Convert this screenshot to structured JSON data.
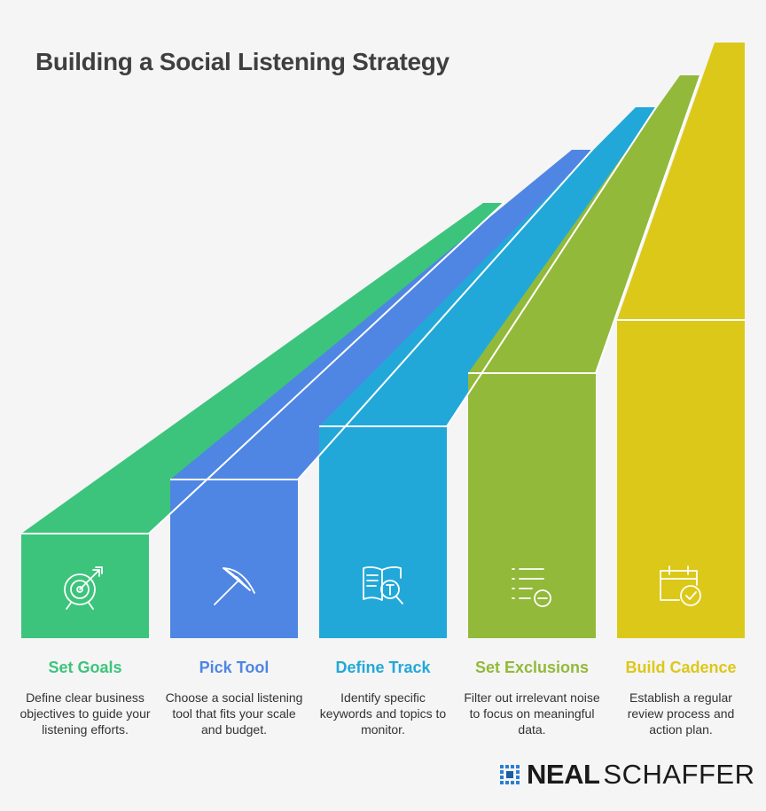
{
  "title": "Building a Social Listening Strategy",
  "colors": {
    "step1": "#3cc47c",
    "step2": "#4f86e3",
    "step3": "#22a8d8",
    "step4": "#92b93a",
    "step5": "#dcc818"
  },
  "steps": [
    {
      "title": "Set Goals",
      "description": "Define clear business objectives to guide your listening efforts.",
      "icon": "target-icon"
    },
    {
      "title": "Pick Tool",
      "description": "Choose a social listening tool that fits your scale and budget.",
      "icon": "pickaxe-icon"
    },
    {
      "title": "Define Track",
      "description": "Identify specific keywords and topics to monitor.",
      "icon": "book-search-icon"
    },
    {
      "title": "Set Exclusions",
      "description": "Filter out irrelevant noise to focus on meaningful data.",
      "icon": "list-minus-icon"
    },
    {
      "title": "Build Cadence",
      "description": "Establish a regular review process and action plan.",
      "icon": "calendar-check-icon"
    }
  ],
  "logo": {
    "word1": "NEAL",
    "word2": "SCHAFFER"
  }
}
